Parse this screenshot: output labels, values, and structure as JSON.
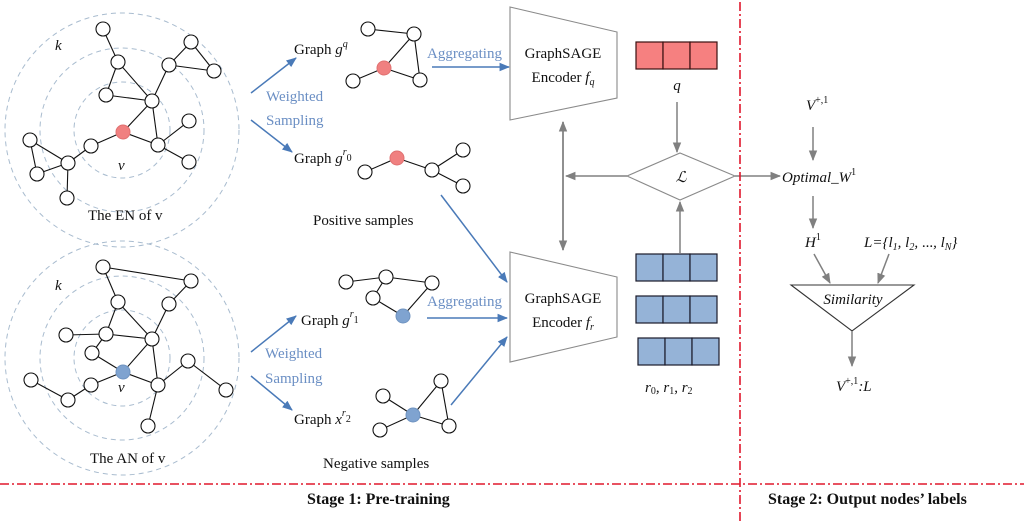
{
  "colors": {
    "query_node": "#f08080",
    "anchor_node": "#7fa3d0",
    "query_vector": "#f68080",
    "key_vector": "#95b3d7",
    "flow_blue": "#4a7ab8",
    "flow_gray": "#808080",
    "stage_divider": "#e0182d"
  },
  "neighborhoods": {
    "en": {
      "radius_label": "k",
      "center_label": "v",
      "caption": "The EN of v"
    },
    "an": {
      "radius_label": "k",
      "center_label": "v",
      "caption": "The AN of v"
    }
  },
  "sampling": {
    "top_label_line1": "Weighted",
    "top_label_line2": "Sampling",
    "bottom_label_line1": "Weighted",
    "bottom_label_line2": "Sampling"
  },
  "graphs": {
    "gq": {
      "prefix": "Graph ",
      "symbol": "g",
      "sup": "q",
      "sub": ""
    },
    "gr0": {
      "prefix": "Graph ",
      "symbol": "g",
      "sup": "r",
      "sub": "0"
    },
    "gr1": {
      "prefix": "Graph ",
      "symbol": "g",
      "sup": "r",
      "sub": "1"
    },
    "xr2": {
      "prefix": "Graph ",
      "symbol": "x",
      "sup": "r",
      "sub": "2"
    }
  },
  "sample_groups": {
    "positive": "Positive samples",
    "negative": "Negative samples"
  },
  "aggregating_label": "Aggregating",
  "encoders": {
    "query": {
      "line1": "GraphSAGE",
      "line2": "Encoder ",
      "func": "f",
      "func_sub": "q"
    },
    "key": {
      "line1": "GraphSAGE",
      "line2": "Encoder ",
      "func": "f",
      "func_sub": "r"
    }
  },
  "vectors": {
    "query_label": "q",
    "key_label_parts": [
      "r",
      "0",
      ", ",
      "r",
      "1",
      ", ",
      "r",
      "2"
    ],
    "cells_per_vector": 3,
    "key_vector_count": 3
  },
  "loss": {
    "symbol": "ℒ"
  },
  "stage2": {
    "input": {
      "base": "V",
      "sup": "+,1"
    },
    "optimal": {
      "base": "Optimal_W",
      "sup": "1"
    },
    "hidden": {
      "base": "H",
      "sup": "1"
    },
    "labels": "L={l1, l2, ..., lN}",
    "labels_parts": {
      "lhs": "L={",
      "l": "l",
      "s1": "1",
      "s2": "2",
      "sN": "N",
      "sep": ", ",
      "dots": "...",
      "close": "}"
    },
    "similarity": "Similarity",
    "output": {
      "base": "V",
      "sup": "+,1",
      "suffix": ":L"
    }
  },
  "stages": {
    "stage1": "Stage 1: Pre-training",
    "stage2": "Stage 2: Output nodes’ labels"
  }
}
